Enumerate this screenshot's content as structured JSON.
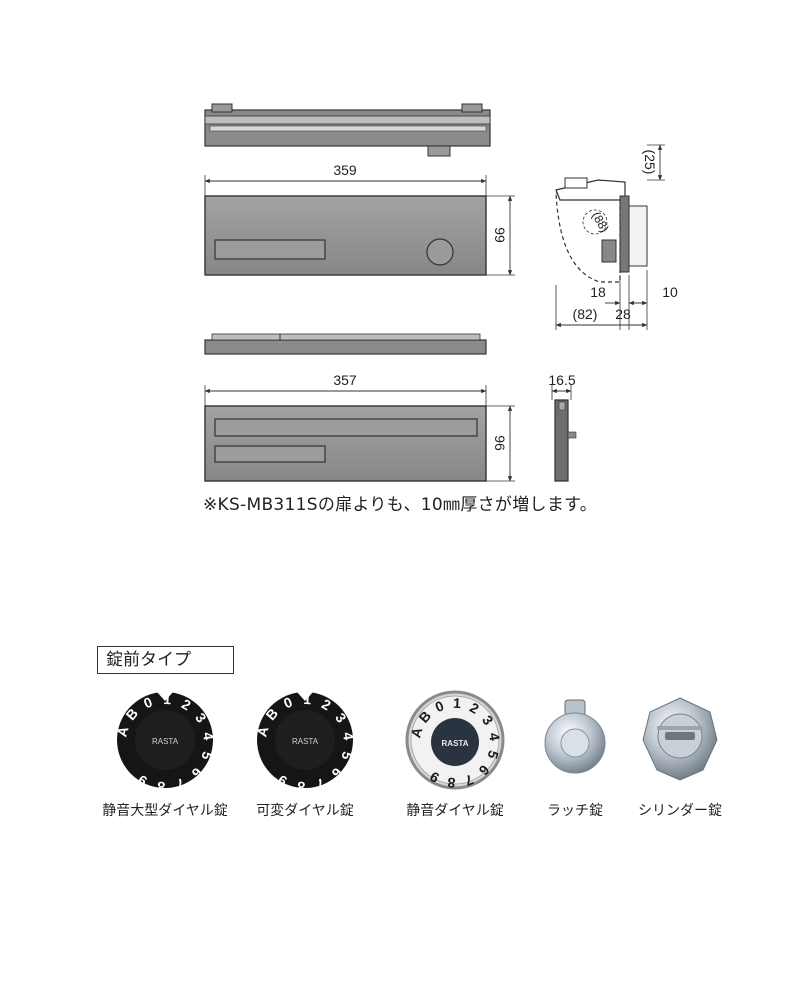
{
  "dimensions": {
    "door_width_top": "359",
    "door_height_top": "99",
    "side_25": "(25)",
    "side_88": "(88)",
    "side_18": "18",
    "side_10": "10",
    "side_82": "(82)",
    "side_28": "28",
    "door_width_bottom": "357",
    "door_height_bottom": "96",
    "door_depth_bottom": "16.5"
  },
  "note": "※KS-MB311Sの扉よりも、10㎜厚さが増します。",
  "lock_section": {
    "title": "錠前タイプ",
    "dial_brand": "RASTA",
    "dial_digits": [
      "A",
      "B",
      "0",
      "1",
      "2",
      "3",
      "4",
      "5",
      "6",
      "7",
      "8",
      "9"
    ],
    "items": [
      {
        "label": "静音大型ダイヤル錠",
        "icon": "large-silent-dial-lock-icon"
      },
      {
        "label": "可変ダイヤル錠",
        "icon": "variable-dial-lock-icon"
      },
      {
        "label": "静音ダイヤル錠",
        "icon": "silent-dial-lock-icon"
      },
      {
        "label": "ラッチ錠",
        "icon": "latch-lock-icon"
      },
      {
        "label": "シリンダー錠",
        "icon": "cylinder-lock-icon"
      }
    ]
  },
  "colors": {
    "panel_gray": "#8e8e8e",
    "line": "#333333",
    "dial_black": "#151515",
    "chrome": "#c5ccd2"
  }
}
